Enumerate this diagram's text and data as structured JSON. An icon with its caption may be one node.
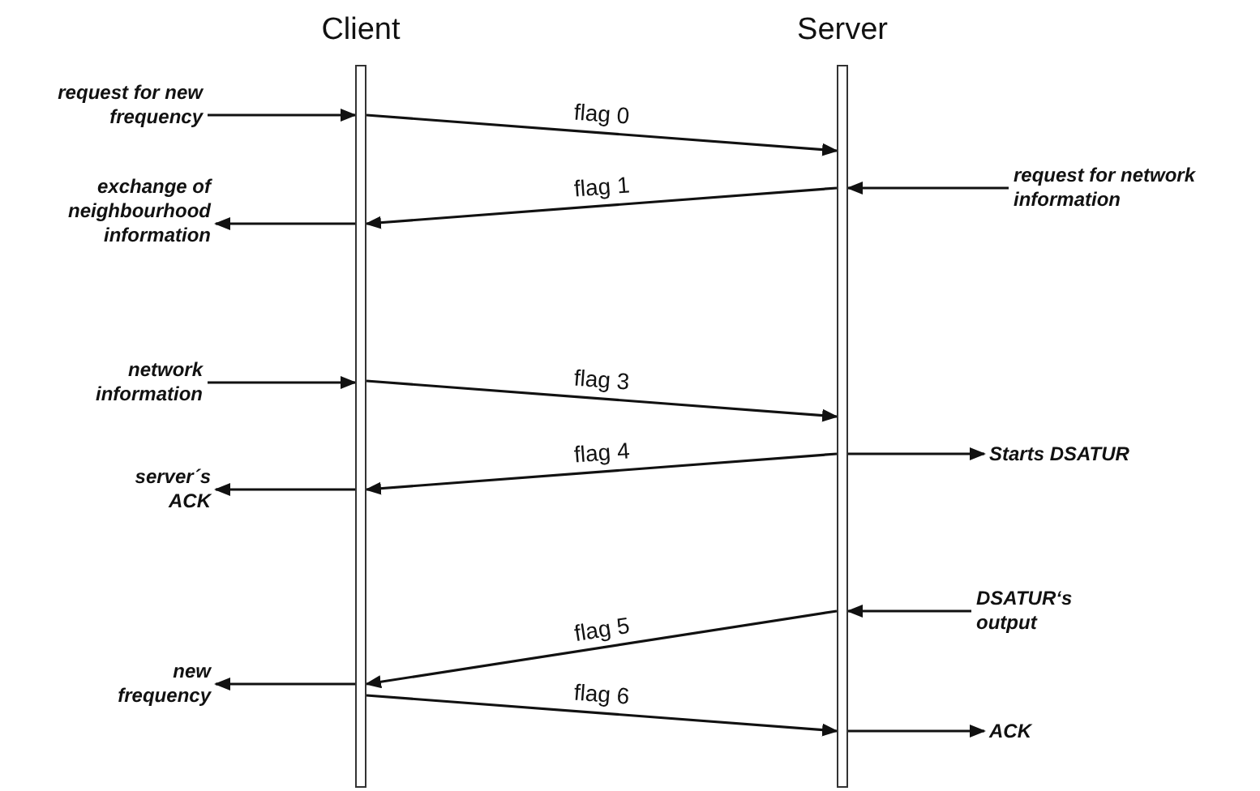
{
  "diagram": {
    "nodes": [
      {
        "text": [
          "Client"
        ]
      },
      {
        "text": [
          "Server"
        ]
      },
      {
        "text": [
          "request for new frequency"
        ]
      },
      {
        "text": [
          "exchange of neighbourhood information"
        ]
      },
      {
        "text": [
          "network information"
        ]
      },
      {
        "text": [
          "server´s ACK"
        ]
      },
      {
        "text": [
          "new frequency"
        ]
      },
      {
        "text": [
          "request for network information"
        ]
      },
      {
        "text": [
          "Starts DSATUR"
        ]
      },
      {
        "text": [
          "DSATUR‘s output"
        ]
      },
      {
        "text": [
          "ACK"
        ]
      }
    ],
    "edges": [
      {
        "from": 2,
        "to": 0,
        "arrow": "to"
      },
      {
        "from": 0,
        "to": 1,
        "arrow": "to",
        "label": "flag 0"
      },
      {
        "from": 7,
        "to": 1,
        "arrow": "to"
      },
      {
        "from": 1,
        "to": 0,
        "arrow": "to",
        "label": "flag 1"
      },
      {
        "from": 0,
        "to": 3,
        "arrow": "to"
      },
      {
        "from": 4,
        "to": 0,
        "arrow": "to"
      },
      {
        "from": 0,
        "to": 1,
        "arrow": "to",
        "label": "flag 3"
      },
      {
        "from": 1,
        "to": 8,
        "arrow": "to"
      },
      {
        "from": 1,
        "to": 0,
        "arrow": "to",
        "label": "flag 4"
      },
      {
        "from": 0,
        "to": 5,
        "arrow": "to"
      },
      {
        "from": 9,
        "to": 1,
        "arrow": "to"
      },
      {
        "from": 1,
        "to": 0,
        "arrow": "to",
        "label": "flag 5"
      },
      {
        "from": 0,
        "to": 6,
        "arrow": "to"
      },
      {
        "from": 0,
        "to": 1,
        "arrow": "to",
        "label": "flag 6"
      },
      {
        "from": 1,
        "to": 10,
        "arrow": "to"
      }
    ]
  }
}
